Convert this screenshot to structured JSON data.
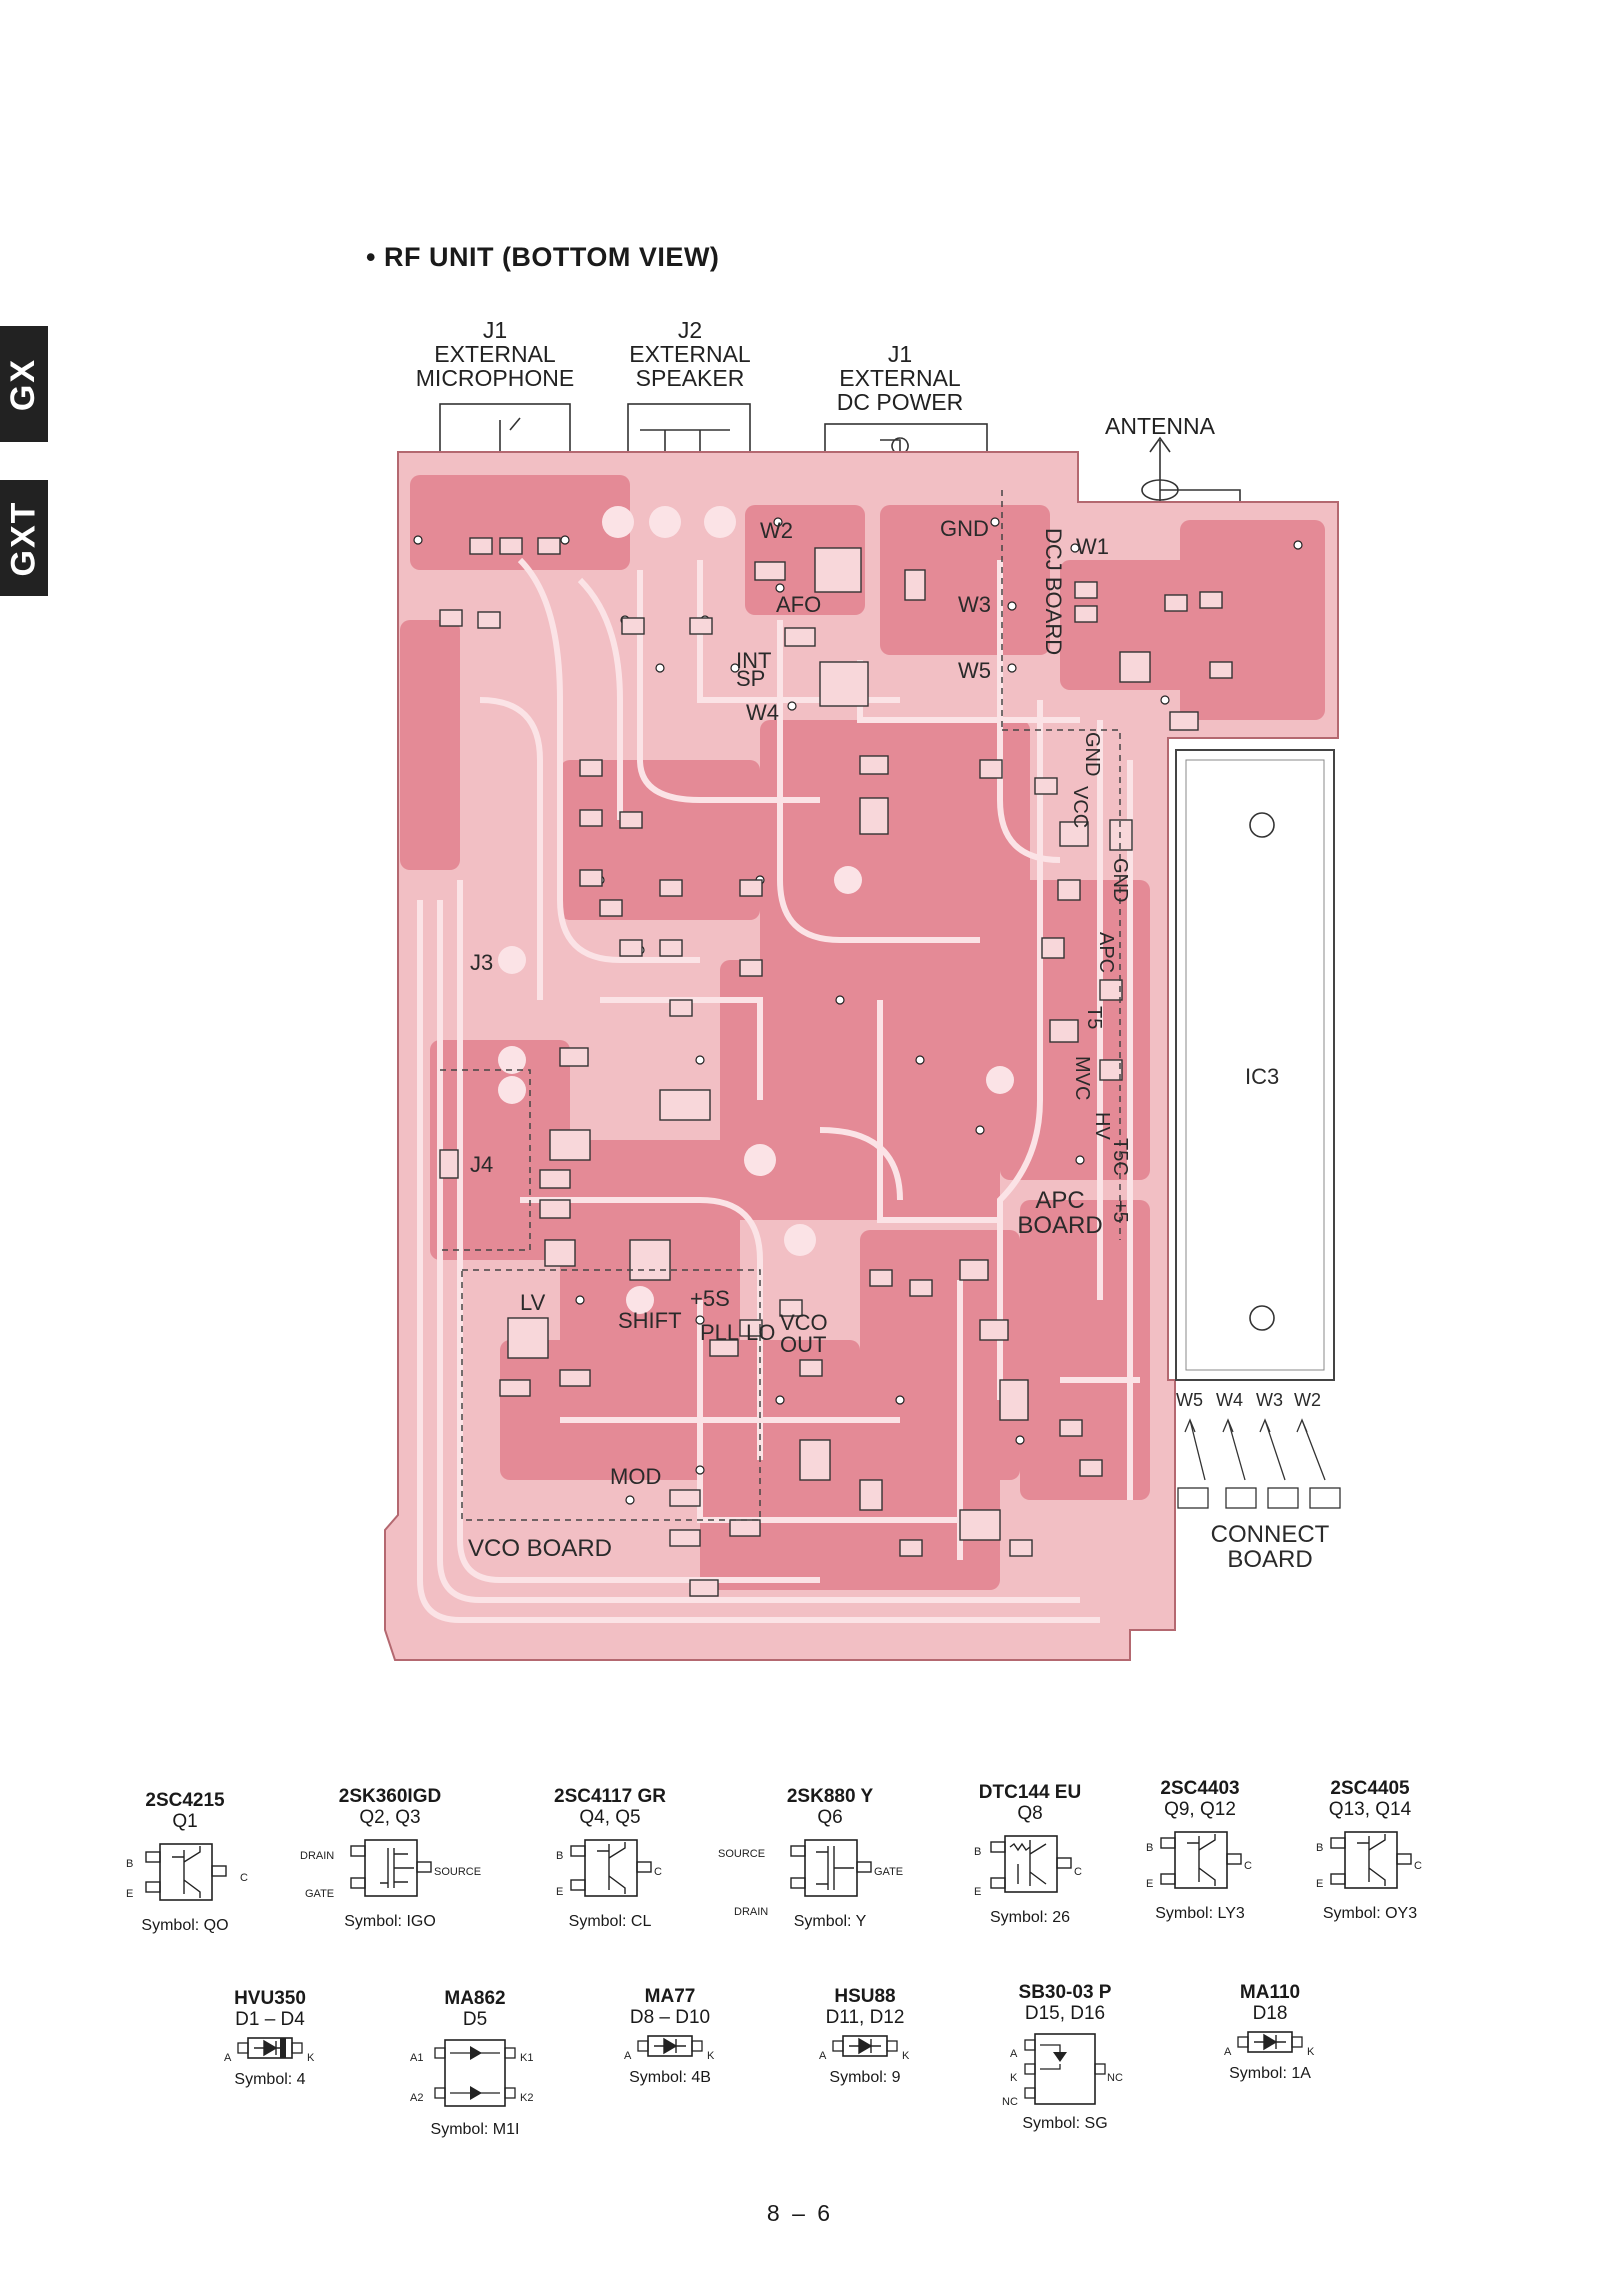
{
  "side_tabs": [
    "GX",
    "GXT"
  ],
  "section_title": "• RF UNIT (BOTTOM VIEW)",
  "connectors": {
    "j1_mic": [
      "J1",
      "EXTERNAL",
      "MICROPHONE"
    ],
    "j2_spk": [
      "J2",
      "EXTERNAL",
      "SPEAKER"
    ],
    "j1_dc": [
      "J1",
      "EXTERNAL",
      "DC POWER"
    ],
    "antenna": "ANTENNA"
  },
  "pcb_labels": {
    "w2": "W2",
    "w1": "W1",
    "w3": "W3",
    "w4": "W4",
    "w5": "W5",
    "gnd": "GND",
    "afo": "AFO",
    "int": "INT",
    "sp": "SP",
    "j3": "J3",
    "j4": "J4",
    "lv": "LV",
    "shift": "SHIFT",
    "s5": "+5S",
    "pll": "PLL",
    "lo": "LO",
    "vco": "VCO",
    "out": "OUT",
    "mod": "MOD",
    "ic3": "IC3",
    "dcj_board": "DCJ BOARD",
    "side_pins": [
      "GND",
      "VCC",
      "GND",
      "APC",
      "T5",
      "MVC",
      "HV",
      "T5C",
      "+5"
    ],
    "apc_board": [
      "APC",
      "BOARD"
    ],
    "vco_board": "VCO BOARD",
    "connect_board": [
      "CONNECT",
      "BOARD"
    ],
    "connect_pins": [
      "W5",
      "W4",
      "W3",
      "W2"
    ]
  },
  "devices": [
    {
      "part": "2SC4215",
      "ref": "Q1",
      "symbol": "Symbol: QO",
      "kind": "bjt",
      "pins": [
        "B",
        "E",
        "C"
      ]
    },
    {
      "part": "2SK360IGD",
      "ref": "Q2, Q3",
      "symbol": "Symbol: IGO",
      "kind": "fet",
      "pins": [
        "DRAIN",
        "GATE",
        "SOURCE"
      ]
    },
    {
      "part": "2SC4117 GR",
      "ref": "Q4, Q5",
      "symbol": "Symbol: CL",
      "kind": "bjt",
      "pins": [
        "B",
        "E",
        "C"
      ]
    },
    {
      "part": "2SK880 Y",
      "ref": "Q6",
      "symbol": "Symbol: Y",
      "kind": "fet",
      "pins": [
        "SOURCE",
        "DRAIN",
        "GATE"
      ]
    },
    {
      "part": "DTC144 EU",
      "ref": "Q8",
      "symbol": "Symbol: 26",
      "kind": "bjt",
      "pins": [
        "B",
        "E",
        "C"
      ]
    },
    {
      "part": "2SC4403",
      "ref": "Q9, Q12",
      "symbol": "Symbol: LY3",
      "kind": "bjt",
      "pins": [
        "B",
        "E",
        "C"
      ]
    },
    {
      "part": "2SC4405",
      "ref": "Q13, Q14",
      "symbol": "Symbol: OY3",
      "kind": "bjt",
      "pins": [
        "B",
        "E",
        "C"
      ]
    },
    {
      "part": "HVU350",
      "ref": "D1 – D4",
      "symbol": "Symbol: 4",
      "kind": "diode",
      "pins": [
        "A",
        "K"
      ]
    },
    {
      "part": "MA862",
      "ref": "D5",
      "symbol": "Symbol: M1I",
      "kind": "dual",
      "pins": [
        "A1",
        "K1",
        "A2",
        "K2"
      ]
    },
    {
      "part": "MA77",
      "ref": "D8 – D10",
      "symbol": "Symbol: 4B",
      "kind": "diode",
      "pins": [
        "A",
        "K"
      ]
    },
    {
      "part": "HSU88",
      "ref": "D11, D12",
      "symbol": "Symbol: 9",
      "kind": "diode",
      "pins": [
        "A",
        "K"
      ]
    },
    {
      "part": "SB30-03 P",
      "ref": "D15, D16",
      "symbol": "Symbol: SG",
      "kind": "sb",
      "pins": [
        "A",
        "K",
        "NC",
        "NC"
      ]
    },
    {
      "part": "MA110",
      "ref": "D18",
      "symbol": "Symbol: 1A",
      "kind": "diode",
      "pins": [
        "A",
        "K"
      ]
    }
  ],
  "page_number": "8 – 6",
  "colors": {
    "board": "#f2bfc4",
    "copper": "#e48a96",
    "trace_light": "#fbe3e6",
    "ink": "#222222"
  }
}
